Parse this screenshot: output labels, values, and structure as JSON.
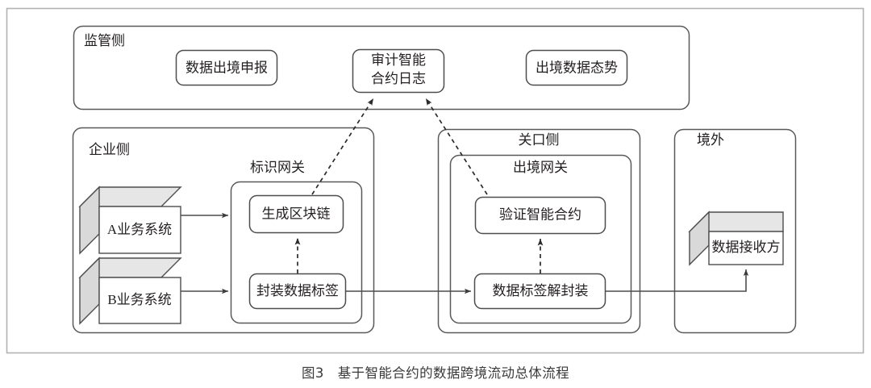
{
  "figure": {
    "caption_number": "图3",
    "caption_gap": "　",
    "caption_title": "基于智能合约的数据跨境流动总体流程",
    "caption_full": "图3　基于智能合约的数据跨境流动总体流程"
  },
  "colors": {
    "frame_border": "#b3b3b3",
    "zone_border": "#595959",
    "node_border": "#4d4d4d",
    "node_fill": "#ffffff",
    "cube_top_fill": "#e6e6e6",
    "cube_side_fill": "#d9d9d9",
    "cube_face_fill": "#ffffff",
    "line": "#4d4d4d",
    "dashed_line": "#3a3a3a",
    "text": "#231f20",
    "caption_text": "#3a3a3a",
    "background": "#ffffff"
  },
  "zones": [
    {
      "id": "regulator",
      "label": "监管侧",
      "label_align": "left"
    },
    {
      "id": "enterprise",
      "label": "企业侧",
      "label_align": "left"
    },
    {
      "id": "customs",
      "label": "关口侧",
      "label_align": "center"
    },
    {
      "id": "overseas",
      "label": "境外",
      "label_align": "center"
    }
  ],
  "subzones": [
    {
      "id": "id-gateway",
      "label": "标识网关",
      "parent": "enterprise"
    },
    {
      "id": "exit-gateway",
      "label": "出境网关",
      "parent": "customs"
    }
  ],
  "nodes": [
    {
      "id": "declaration",
      "label": "数据出境申报",
      "zone": "regulator",
      "shape": "rounded-rect"
    },
    {
      "id": "audit-log",
      "label_line1": "审计智能",
      "label_line2": "合约日志",
      "zone": "regulator",
      "shape": "rounded-rect"
    },
    {
      "id": "exit-posture",
      "label": "出境数据态势",
      "zone": "regulator",
      "shape": "rounded-rect"
    },
    {
      "id": "system-a",
      "label": "A业务系统",
      "zone": "enterprise",
      "shape": "cube"
    },
    {
      "id": "system-b",
      "label": "B业务系统",
      "zone": "enterprise",
      "shape": "cube"
    },
    {
      "id": "gen-blockchain",
      "label": "生成区块链",
      "zone": "id-gateway",
      "shape": "rounded-rect"
    },
    {
      "id": "wrap-tag",
      "label": "封装数据标签",
      "zone": "id-gateway",
      "shape": "rounded-rect"
    },
    {
      "id": "verify-contract",
      "label": "验证智能合约",
      "zone": "exit-gateway",
      "shape": "rounded-rect"
    },
    {
      "id": "unwrap-tag",
      "label": "数据标签解封装",
      "zone": "exit-gateway",
      "shape": "rounded-rect"
    },
    {
      "id": "data-receiver",
      "label": "数据接收方",
      "zone": "overseas",
      "shape": "cube"
    }
  ],
  "edges": [
    {
      "from": "system-a",
      "to": "gen-blockchain",
      "style": "solid",
      "arrow": true
    },
    {
      "from": "system-b",
      "to": "wrap-tag",
      "style": "solid",
      "arrow": true
    },
    {
      "from": "wrap-tag",
      "to": "gen-blockchain",
      "style": "dashed",
      "arrow": true
    },
    {
      "from": "wrap-tag",
      "to": "unwrap-tag",
      "style": "solid",
      "arrow": true
    },
    {
      "from": "unwrap-tag",
      "to": "verify-contract",
      "style": "dashed",
      "arrow": true
    },
    {
      "from": "unwrap-tag",
      "to": "data-receiver",
      "style": "solid",
      "arrow": true
    },
    {
      "from": "gen-blockchain",
      "to": "audit-log",
      "style": "dashed",
      "arrow": true
    },
    {
      "from": "verify-contract",
      "to": "audit-log",
      "style": "dashed",
      "arrow": true
    }
  ]
}
